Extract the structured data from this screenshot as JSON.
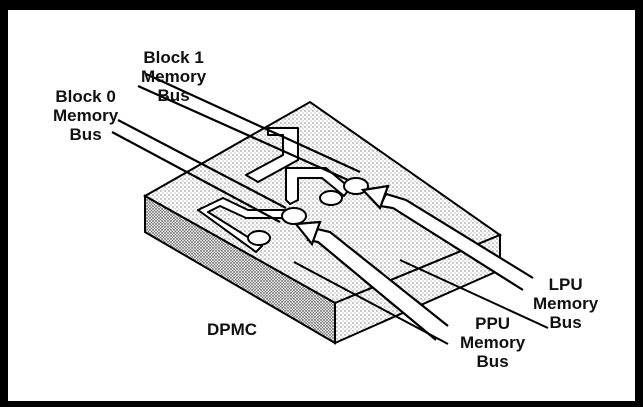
{
  "labels": {
    "block1": [
      "Block 1",
      "Memory",
      "Bus"
    ],
    "block0": [
      "Block 0",
      "Memory",
      "Bus"
    ],
    "lpu": [
      "LPU",
      "Memory",
      "Bus"
    ],
    "ppu": [
      "PPU",
      "Memory",
      "Bus"
    ],
    "dpmc": "DPMC"
  }
}
